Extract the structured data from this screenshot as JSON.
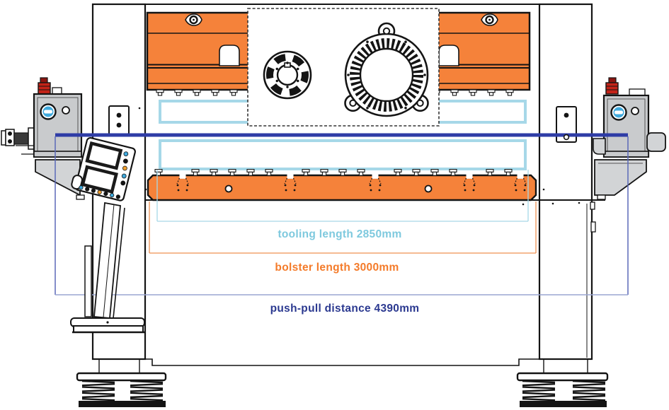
{
  "diagram": {
    "type": "press machine front-view technical diagram",
    "dimensions": {
      "tooling": {
        "label": "tooling length 2850mm",
        "value_mm": 2850
      },
      "bolster": {
        "label": "bolster length 3000mm",
        "value_mm": 3000
      },
      "push_pull": {
        "label": "push-pull distance 4390mm",
        "value_mm": 4390
      }
    },
    "colors": {
      "bolster_fill": "#f5823a",
      "tooling_outline": "#a6d8e8",
      "tooling_dim_line": "#a6d8e8",
      "tooling_text": "#7ec9de",
      "bolster_dim_line": "#ef9052",
      "bolster_text": "#f47b2a",
      "push_pull_line": "#2e3ca6",
      "push_pull_thin_v": "#5b69b8",
      "push_pull_thin_h": "#9aa5d2",
      "push_pull_text": "#2b3990",
      "cabinet_gray": "#c9cbcd",
      "wedge_gray": "#d2d4d6",
      "estop_red": "#c42318",
      "gauge_blue": "#3fa9dc",
      "button_blue": "#3fa9dc",
      "button_orange": "#f0a030",
      "line_black": "#141414"
    }
  }
}
